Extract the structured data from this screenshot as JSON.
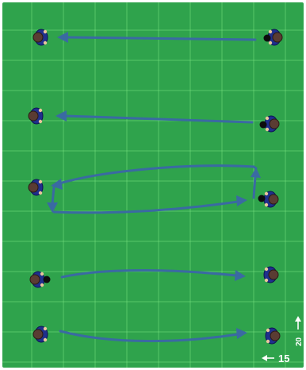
{
  "diagram": {
    "colors": {
      "pitch": "#2fa34c",
      "grid": "#78e682",
      "arrow": "#3a6aa2",
      "player_shirt": "#1f2f8c",
      "player_head": "#5a3c33",
      "ball": "#0d0d0d"
    },
    "players": [
      {
        "id": "p1",
        "facing": "right",
        "ball": false
      },
      {
        "id": "p2",
        "facing": "left",
        "ball": true
      },
      {
        "id": "p3",
        "facing": "right",
        "ball": false
      },
      {
        "id": "p4",
        "facing": "left",
        "ball": true
      },
      {
        "id": "p5",
        "facing": "right",
        "ball": false
      },
      {
        "id": "p6",
        "facing": "left",
        "ball": true
      },
      {
        "id": "p7",
        "facing": "right",
        "ball": true
      },
      {
        "id": "p8",
        "facing": "left",
        "ball": false
      },
      {
        "id": "p9",
        "facing": "right",
        "ball": false
      },
      {
        "id": "p10",
        "facing": "left",
        "ball": false
      }
    ],
    "scale": {
      "horizontal": "15",
      "vertical": "20"
    }
  }
}
